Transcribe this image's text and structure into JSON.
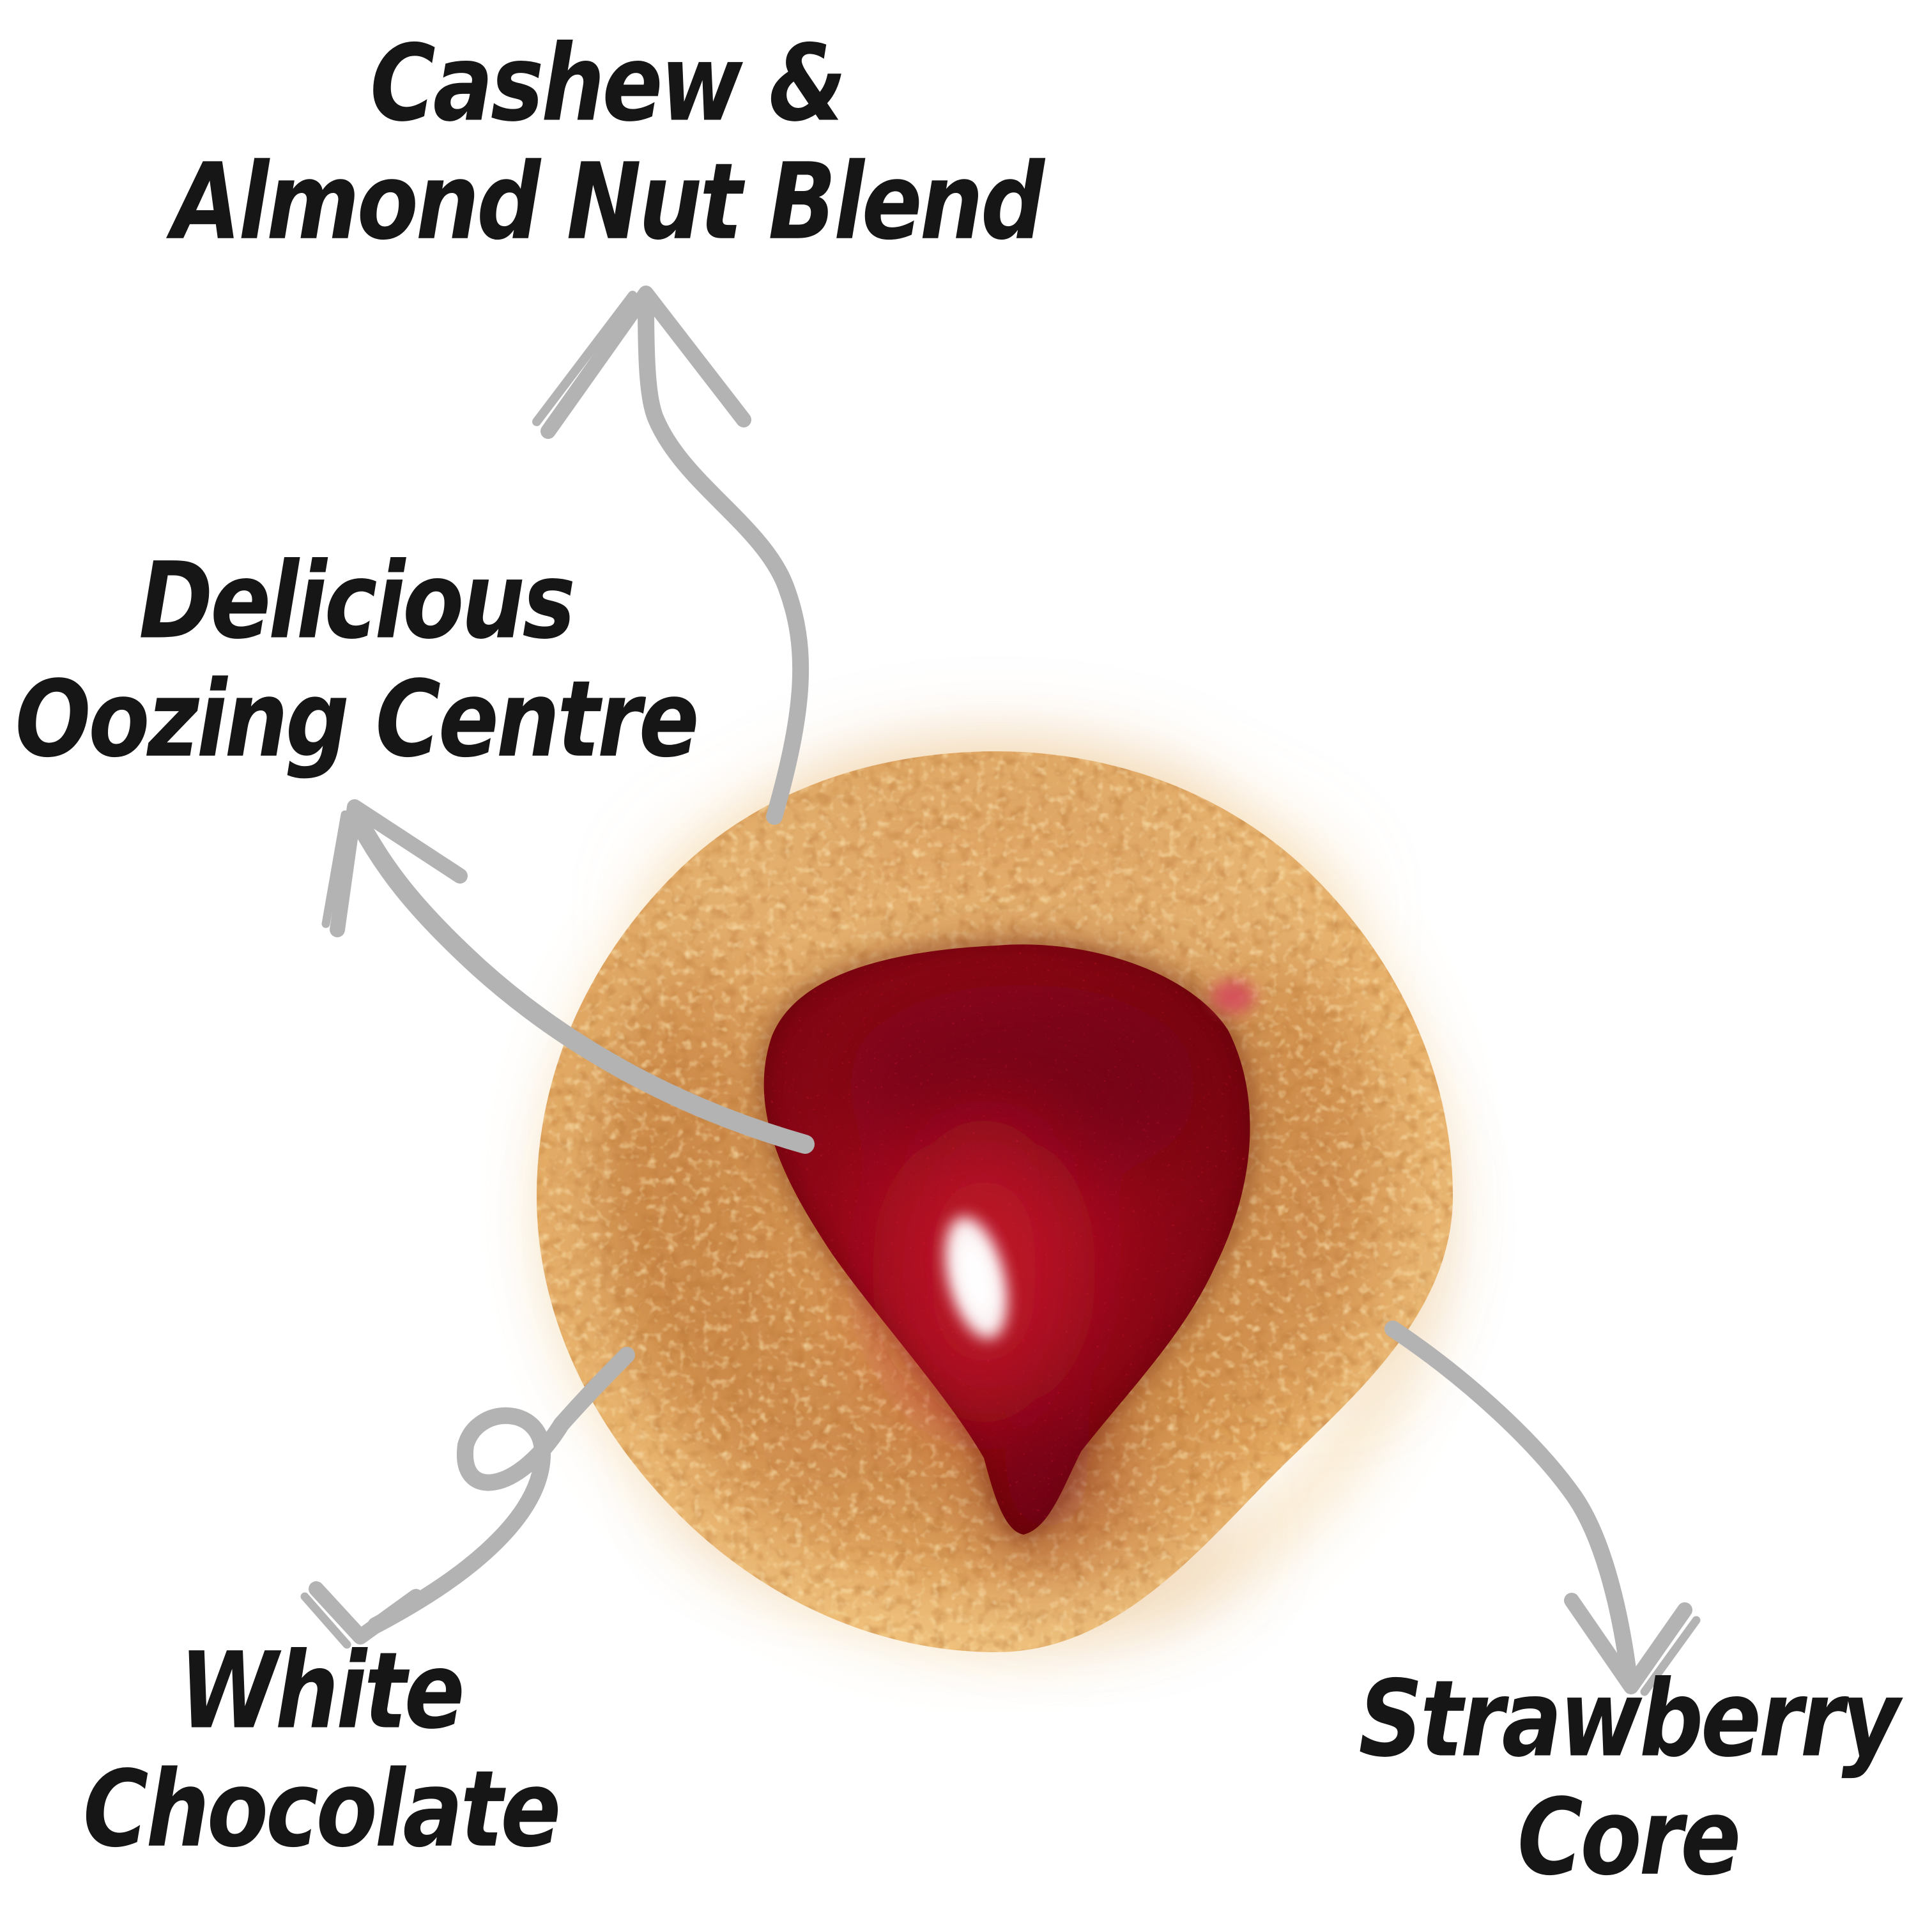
{
  "figure": {
    "type": "annotated-product-diagram",
    "subject": "Thumbprint cookie with oozing red jam centre, photographed from above on a white background",
    "background": "#ffffff"
  },
  "labels": {
    "nut_blend": {
      "line1": "Cashew &",
      "line2": "Almond Nut Blend"
    },
    "oozing_centre": {
      "line1": "Delicious",
      "line2": "Oozing Centre"
    },
    "white_chocolate": {
      "line1": "White",
      "line2": "Chocolate"
    },
    "strawberry_core": {
      "line1": "Strawberry",
      "line2": "Core"
    }
  },
  "annotations": [
    {
      "icon": "curved-arrow-icon",
      "points_from": "cookie-top",
      "points_to": "nut-blend-label"
    },
    {
      "icon": "curved-arrow-icon",
      "points_from": "jam-centre",
      "points_to": "oozing-centre-label"
    },
    {
      "icon": "loop-arrow-icon",
      "points_from": "cookie-lower-left",
      "points_to": "white-chocolate-label"
    },
    {
      "icon": "curved-arrow-icon",
      "points_from": "cookie-right-edge",
      "points_to": "strawberry-core-label"
    }
  ],
  "colors": {
    "background": "#ffffff",
    "label_text": "#161616",
    "arrow_gray": "#b3b3b3",
    "cookie_base": "#e2a45e",
    "cookie_toasted": "#c9854a",
    "cookie_light": "#f2c886",
    "jam_dark": "#73040f",
    "jam_mid": "#96081a",
    "jam_bright": "#c01024",
    "jam_highlight": "#ffffff"
  }
}
